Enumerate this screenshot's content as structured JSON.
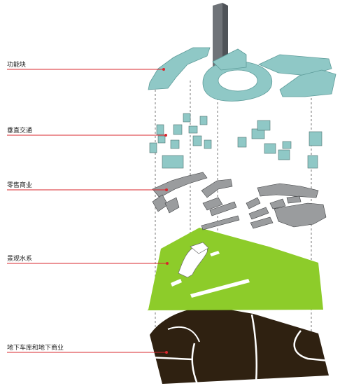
{
  "layers": [
    {
      "key": "functional-blocks",
      "label": "功能块"
    },
    {
      "key": "vertical-circulation",
      "label": "垂直交通"
    },
    {
      "key": "retail",
      "label": "零售商业"
    },
    {
      "key": "landscape-water",
      "label": "景观水系"
    },
    {
      "key": "underground-parking-commerce",
      "label": "地下车库和地下商业"
    }
  ],
  "colors": {
    "accent_line": "#d9272e",
    "building_teal": "#8fc8c6",
    "building_teal_dark": "#5e9c9a",
    "tower_gray": "#6f7378",
    "landscape_green": "#8dcc2a",
    "basement_brown": "#2f2111",
    "retail_gray": "#9a9c9e"
  }
}
